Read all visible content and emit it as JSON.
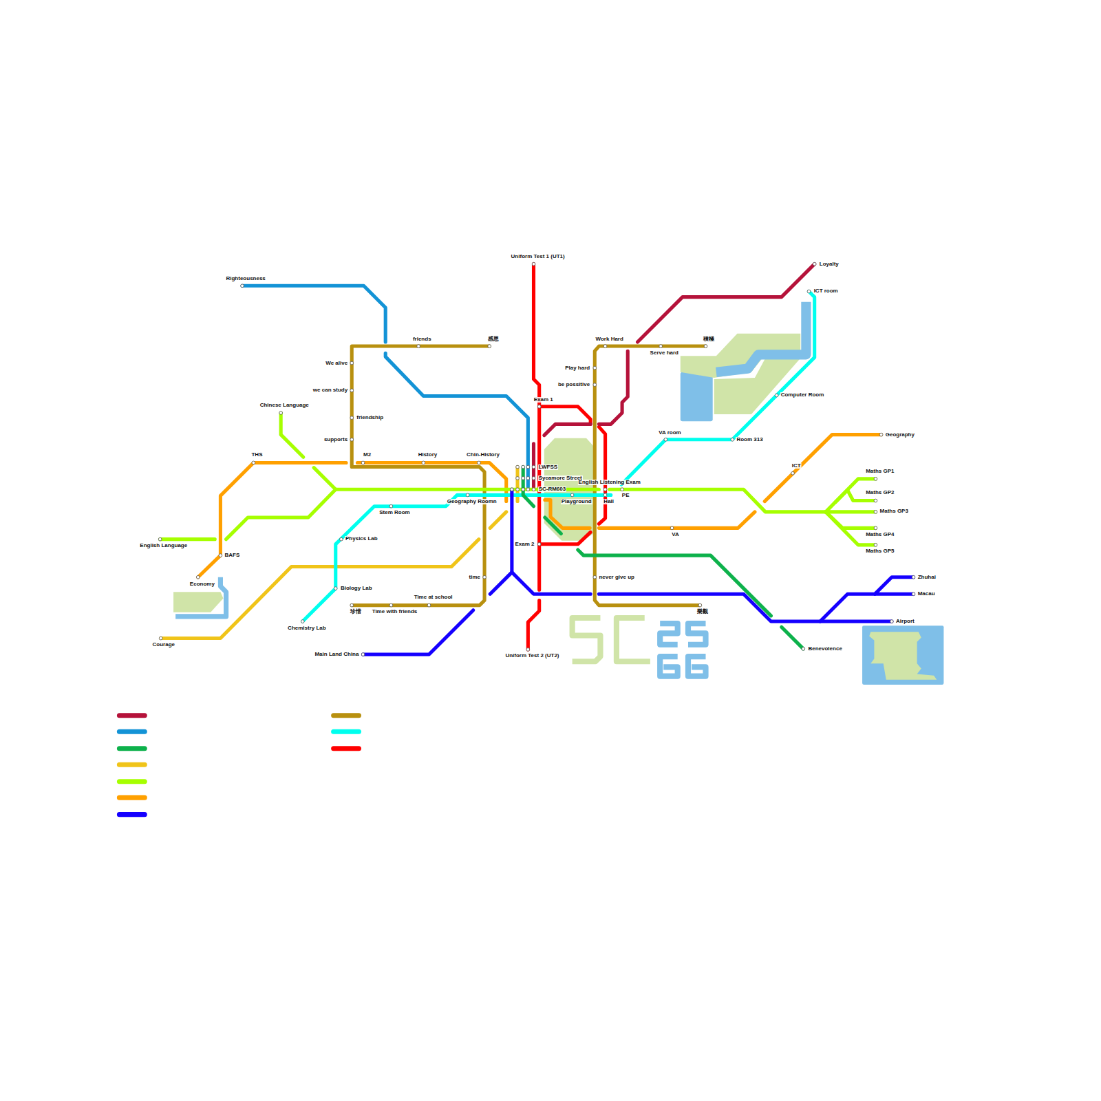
{
  "diagram": {
    "labels": [
      "Uniform Test 1 (UT1)",
      "Loyalty",
      "Righteousness",
      "ICT room",
      "friends",
      "感恩",
      "Work Hard",
      "積極",
      "Serve hard",
      "We alive",
      "Play hard",
      "we can study",
      "be possitive",
      "Computer Room",
      "Exam 1",
      "Chinese Language",
      "friendship",
      "Geography",
      "VA room",
      "supports",
      "Room 313",
      "THS",
      "M2",
      "History",
      "Chin-History",
      "ICT",
      "Maths GP1",
      "LWFSS",
      "Sycamore Street",
      "SC-RM603",
      "English Listening Exam",
      "Maths GP2",
      "PE",
      "Geography Roomn",
      "Playground",
      "Hall",
      "Maths GP3",
      "Stem Room",
      "VA",
      "Maths GP4",
      "Physics Lab",
      "Exam 2",
      "English Language",
      "Maths GP5",
      "BAFS",
      "Economy",
      "time",
      "never give up",
      "Zhuhai",
      "Biology Lab",
      "Macau",
      "Time at school",
      "珍惜",
      "Time with friends",
      "樂觀",
      "Airport",
      "Chemistry Lab",
      "Courage",
      "Benevolence",
      "Main Land China",
      "Uniform Test 2 (UT2)"
    ]
  }
}
